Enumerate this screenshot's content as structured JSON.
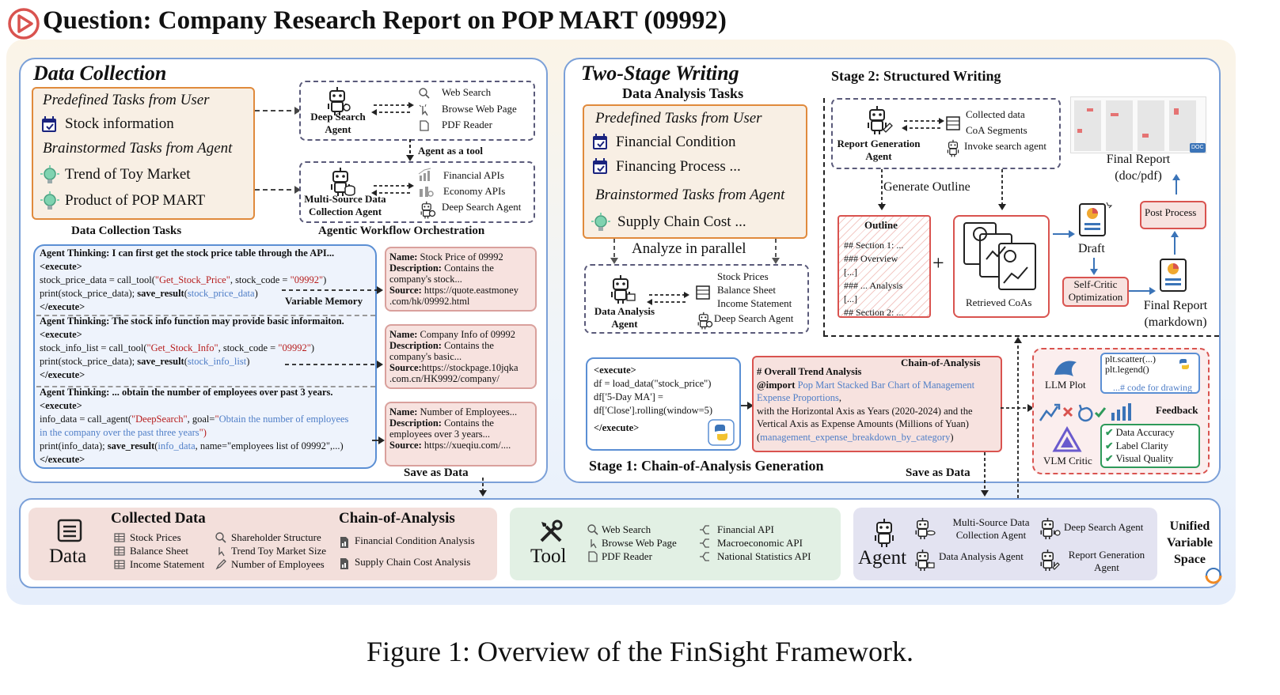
{
  "question_title": "Question: Company Research Report on POP MART (09992)",
  "caption": "Figure 1: Overview of the FinSight Framework.",
  "data_collection": {
    "title": "Data Collection",
    "predefined_header": "Predefined Tasks from User",
    "predefined_items": [
      "Stock information"
    ],
    "brainstorm_header": "Brainstormed Tasks from Agent",
    "brainstorm_items": [
      "Trend of Toy Market",
      "Product of POP MART"
    ],
    "tasks_label": "Data Collection Tasks",
    "deep_search_agent": "Deep Search Agent",
    "deep_search_tools": [
      "Web Search",
      "Browse Web Page",
      "PDF Reader"
    ],
    "agent_as_tool": "Agent as a tool",
    "multi_source_agent": "Multi-Source Data Collection Agent",
    "multi_source_tools": [
      "Financial APIs",
      "Economy APIs",
      "Deep Search Agent"
    ],
    "orchestration_label": "Agentic Workflow Orchestration",
    "variable_memory": "Variable Memory",
    "save_as_data": "Save as Data",
    "code_blocks": [
      {
        "thinking": "Agent Thinking: I can first get the stock price table through the API...",
        "open": "<execute>",
        "line1_a": "stock_price_data = call_tool(",
        "line1_s1": "\"Get_Stock_Price\"",
        "line1_b": ", stock_code = ",
        "line1_s2": "\"09992\"",
        "line1_c": ")",
        "line2_a": "print(stock_price_data); ",
        "line2_fn": "save_result",
        "line2_b": "(",
        "line2_var": "stock_price_data",
        "line2_c": ")",
        "close": "</execute>"
      },
      {
        "thinking": "Agent Thinking: The stock info function may provide basic informaiton.",
        "open": "<execute>",
        "line1_a": "stock_info_list = call_tool(",
        "line1_s1": "\"Get_Stock_Info\"",
        "line1_b": ", stock_code = ",
        "line1_s2": "\"09992\"",
        "line1_c": ")",
        "line2_a": "print(stock_price_data); ",
        "line2_fn": "save_result",
        "line2_b": "(",
        "line2_var": "stock_info_list",
        "line2_c": ")",
        "close": "</execute>"
      },
      {
        "thinking": "Agent Thinking: ... obtain the number of employees over past 3 years.",
        "open": "<execute>",
        "line1_a": "info_data = call_agent(",
        "line1_s1": "\"DeepSearch\"",
        "line1_b": ", goal=",
        "line1_s2": "\"",
        "line1_goal": "Obtain the number of employees",
        "line1b_goal": "in the company over the past three years",
        "line1b_end": "\")",
        "line2_a": "print(info_data); ",
        "line2_fn": "save_result",
        "line2_b": "(",
        "line2_var": "info_data",
        "line2_c": ", name=\"employees list of 09992\",...)",
        "close": "</execute>"
      }
    ],
    "memory_cards": [
      {
        "name_label": "Name:",
        "name": " Stock Price of 09992",
        "desc_label": "Description:",
        "desc1": " Contains the",
        "desc2": "company's stock...",
        "src_label": "Source:",
        "src1": " https://quote.eastmoney",
        "src2": ".com/hk/09992.html"
      },
      {
        "name_label": "Name:",
        "name": " Company Info of 09992",
        "desc_label": "Description:",
        "desc1": " Contains the",
        "desc2": "company's basic...",
        "src_label": "Source:",
        "src1": "https://stockpage.10jqka",
        "src2": ".com.cn/HK9992/company/"
      },
      {
        "name_label": "Name:",
        "name": " Number of Employees...",
        "desc_label": "Description:",
        "desc1": " Contains the",
        "desc2": "employees over 3 years...",
        "src_label": "Source:",
        "src1": " https://xueqiu.com/....",
        "src2": ""
      }
    ]
  },
  "writing": {
    "title": "Two-Stage Writing",
    "analysis_tasks_label": "Data Analysis Tasks",
    "predefined_header": "Predefined Tasks from User",
    "predefined_items": [
      "Financial Condition",
      "Financing Process ..."
    ],
    "brainstorm_header": "Brainstormed Tasks from Agent",
    "brainstorm_items": [
      "Supply Chain Cost ..."
    ],
    "analyze_parallel": "Analyze in parallel",
    "data_analysis_agent": "Data Analysis Agent",
    "analysis_tools": [
      "Stock Prices",
      "Balance Sheet",
      "Income Statement",
      "Deep Search Agent"
    ],
    "stage1_label": "Stage 1: Chain-of-Analysis Generation",
    "stage2_label": "Stage 2: Structured Writing",
    "report_agent": "Report Generation Agent",
    "report_tools": [
      "Collected data",
      "CoA Segments",
      "Invoke search  agent"
    ],
    "generate_outline": "Generate Outline",
    "outline": {
      "title": "Outline",
      "lines": [
        "## Section 1: ...",
        "### Overview",
        "[...]",
        "### ... Analysis",
        "[...]",
        "## Section 2: ..."
      ]
    },
    "plus": "+",
    "retrieved_coas": "Retrieved CoAs",
    "draft": "Draft",
    "self_critic": "Self-Critic Optimization",
    "final_md": "Final Report (markdown)",
    "post_process": "Post Process",
    "final_doc": "Final Report (doc/pdf)",
    "doc_badge": "DOC",
    "code": {
      "open": "<execute>",
      "l1": "df = load_data(\"stock_price\")",
      "l2": "df['5-Day MA'] =",
      "l3": "df['Close'].rolling(window=5)",
      "close": "</execute>"
    },
    "coa": {
      "title": "Chain-of-Analysis",
      "heading": "# Overall Trend Analysis",
      "import_kw": "@import",
      "import_link1": " Pop Mart Stacked Bar Chart of Management",
      "import_link2": "Expense Proportions",
      "import_after": ",",
      "l3": "with the Horizontal Axis as Years (2020-2024) and the",
      "l4": "Vertical Axis as Expense Amounts (Millions of Yuan)",
      "l5_a": "(",
      "l5_link": "management_expense_breakdown_by_category",
      "l5_b": ")"
    },
    "save_as_data": "Save as Data",
    "llm_plot": "LLM Plot",
    "plot_code": [
      "plt.scatter(...)",
      "plt.legend()",
      "...# code for drawing"
    ],
    "feedback": "Feedback",
    "vlm_critic": "VLM Critic",
    "checks": [
      "Data Accuracy",
      "Label Clarity",
      "Visual Quality"
    ]
  },
  "bottom": {
    "data_label": "Data",
    "collected_header": "Collected Data",
    "collected_items": [
      "Stock Prices",
      "Balance Sheet",
      "Income Statement"
    ],
    "collected_items2": [
      "Shareholder Structure",
      "Trend Toy Market Size",
      "Number of Employees"
    ],
    "coa_header": "Chain-of-Analysis",
    "coa_items": [
      "Financial Condition  Analysis",
      "Supply Chain Cost  Analysis"
    ],
    "tool_label": "Tool",
    "tool_items1": [
      "Web Search",
      "Browse Web Page",
      "PDF Reader"
    ],
    "tool_items2": [
      "Financial API",
      "Macroeconomic API",
      "National Statistics API"
    ],
    "agent_label": "Agent",
    "agents": [
      "Multi-Source Data Collection Agent",
      "Data Analysis Agent",
      "Deep Search Agent",
      "Report Generation Agent"
    ],
    "unified": "Unified Variable Space"
  },
  "colors": {
    "accent_red": "#d9534f",
    "panel_blue": "#5b8fd4",
    "orange_box": "#e08a3c",
    "navy": "#1a237e"
  }
}
